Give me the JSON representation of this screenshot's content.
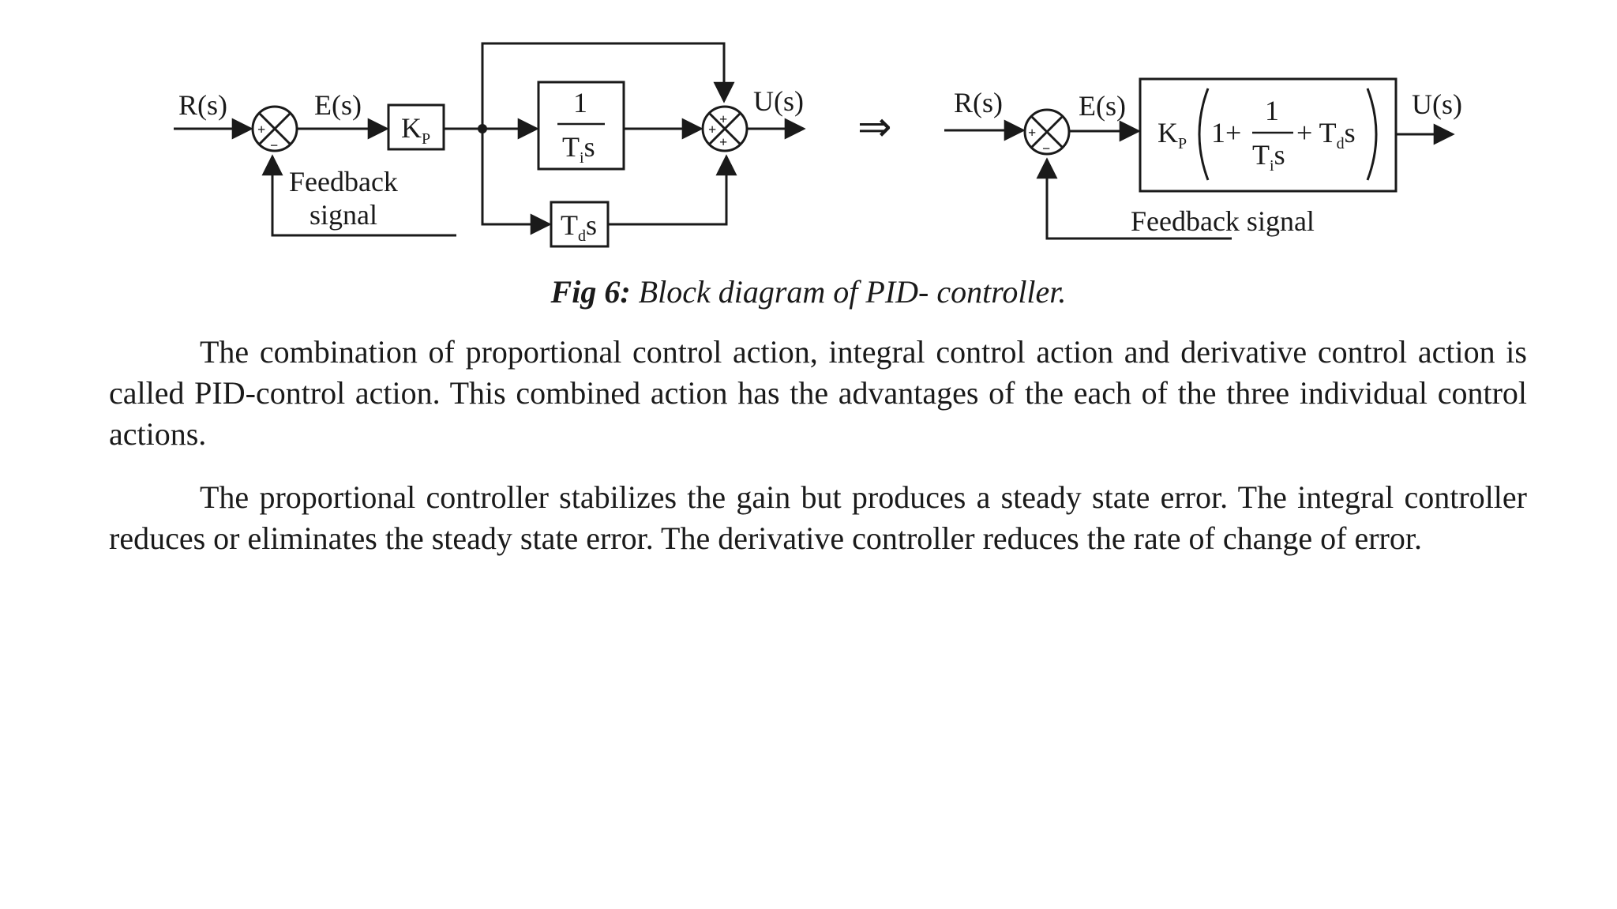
{
  "diagram": {
    "left": {
      "input_label": "R(s)",
      "error_label": "E(s)",
      "kp_label": "K",
      "kp_sub": "P",
      "integral_num": "1",
      "integral_den_t": "T",
      "integral_den_sub": "i",
      "integral_den_s": "s",
      "deriv_t": "T",
      "deriv_sub": "d",
      "deriv_s": "s",
      "output_label": "U(s)",
      "feedback_line1": "Feedback",
      "feedback_line2": "signal"
    },
    "arrow_symbol": "⇒",
    "right": {
      "input_label": "R(s)",
      "error_label": "E(s)",
      "kp": "K",
      "kp_sub": "P",
      "one_plus": "1+",
      "frac_num": "1",
      "frac_den_t": "T",
      "frac_den_sub": "i",
      "frac_den_s": "s",
      "plus_td": "+ T",
      "td_sub": "d",
      "td_s": "s",
      "output_label": "U(s)",
      "feedback_label": "Feedback signal"
    },
    "signs": {
      "plus": "+",
      "minus": "−"
    }
  },
  "caption": {
    "prefix": "Fig  6:",
    "text": "Block diagram of PID- controller."
  },
  "paragraphs": [
    "The combination of proportional control action, integral control action and derivative control action is called PID-control action. This combined action has the advantages of the each of the three individual control actions.",
    "The proportional controller stabilizes the gain but produces a steady state error. The integral controller reduces or eliminates the steady state error. The derivative controller reduces the rate of change of error."
  ]
}
